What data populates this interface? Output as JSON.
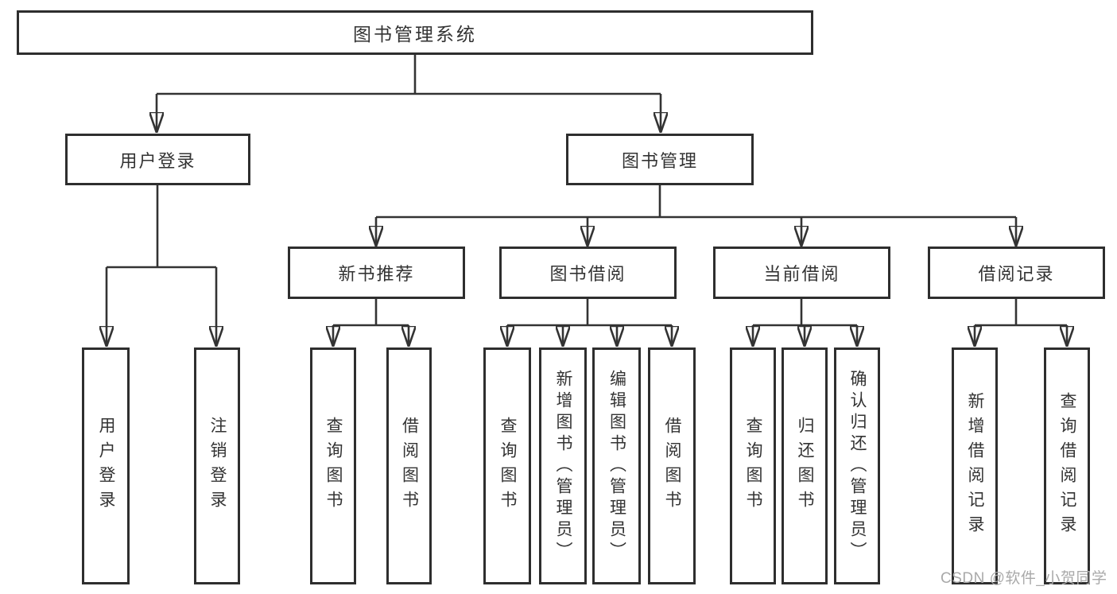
{
  "tree": {
    "root": {
      "label": "图书管理系统",
      "children": [
        {
          "label": "用户登录",
          "children": [
            {
              "label": "用户登录"
            },
            {
              "label": "注销登录"
            }
          ]
        },
        {
          "label": "图书管理",
          "children": [
            {
              "label": "新书推荐",
              "children": [
                {
                  "label": "查询图书"
                },
                {
                  "label": "借阅图书"
                }
              ]
            },
            {
              "label": "图书借阅",
              "children": [
                {
                  "label": "查询图书"
                },
                {
                  "label": "新增图书（管理员）"
                },
                {
                  "label": "编辑图书（管理员）"
                },
                {
                  "label": "借阅图书"
                }
              ]
            },
            {
              "label": "当前借阅",
              "children": [
                {
                  "label": "查询图书"
                },
                {
                  "label": "归还图书"
                },
                {
                  "label": "确认归还（管理员）"
                }
              ]
            },
            {
              "label": "借阅记录",
              "children": [
                {
                  "label": "新增借阅记录"
                },
                {
                  "label": "查询借阅记录"
                }
              ]
            }
          ]
        }
      ]
    }
  },
  "watermark": "CSDN @软件_小贺同学",
  "colors": {
    "line": "#333333",
    "box_border": "#2e2e2e",
    "text": "#333333",
    "watermark": "#a9a9a9",
    "background": "#ffffff"
  }
}
